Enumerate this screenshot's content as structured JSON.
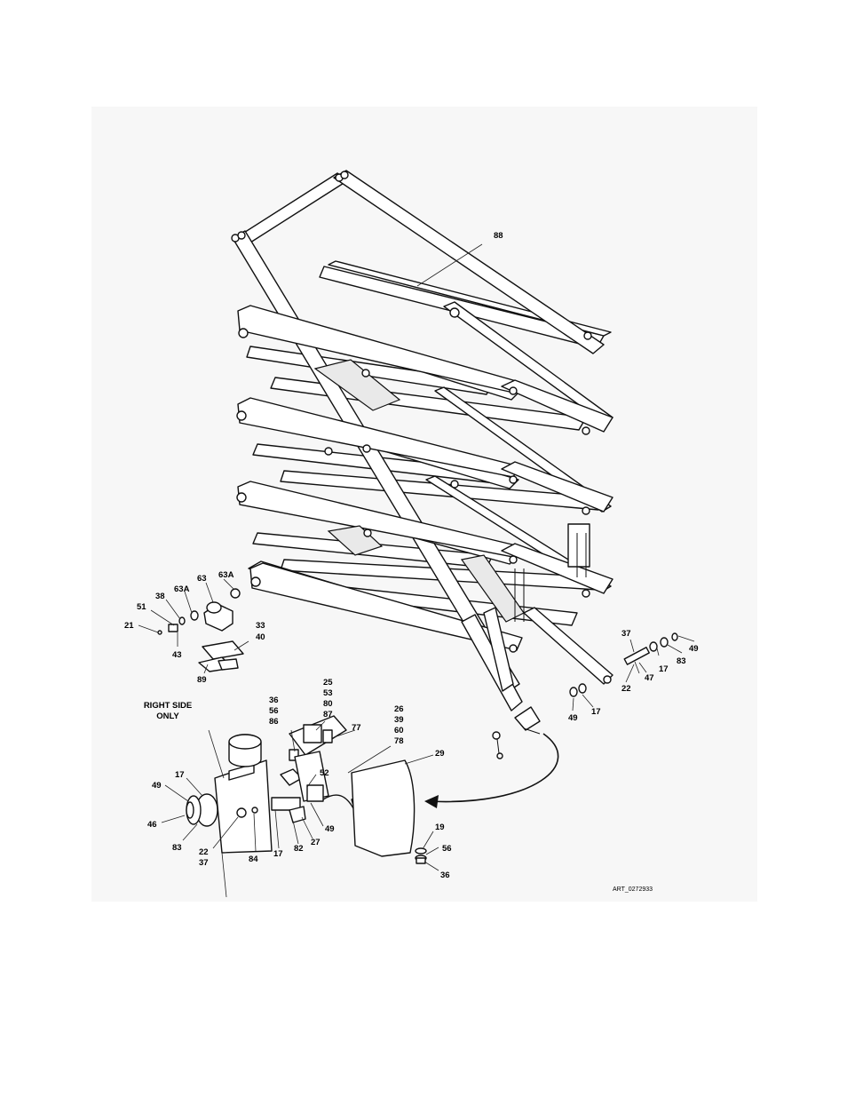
{
  "figure": {
    "art_code": "ART_0272933",
    "inset_title_line1": "RIGHT SIDE",
    "inset_title_line2": "ONLY"
  },
  "callouts": [
    {
      "id": "88",
      "text": "88"
    },
    {
      "id": "63",
      "text": "63"
    },
    {
      "id": "63A_a",
      "text": "63A"
    },
    {
      "id": "63A_b",
      "text": "63A"
    },
    {
      "id": "38",
      "text": "38"
    },
    {
      "id": "51",
      "text": "51"
    },
    {
      "id": "21",
      "text": "21"
    },
    {
      "id": "43",
      "text": "43"
    },
    {
      "id": "33",
      "text": "33"
    },
    {
      "id": "40",
      "text": "40"
    },
    {
      "id": "89",
      "text": "89"
    },
    {
      "id": "37_a",
      "text": "37"
    },
    {
      "id": "49_a",
      "text": "49"
    },
    {
      "id": "83_a",
      "text": "83"
    },
    {
      "id": "17_a",
      "text": "17"
    },
    {
      "id": "47",
      "text": "47"
    },
    {
      "id": "22_a",
      "text": "22"
    },
    {
      "id": "49_b",
      "text": "49"
    },
    {
      "id": "17_b",
      "text": "17"
    },
    {
      "id": "25",
      "text": "25"
    },
    {
      "id": "53",
      "text": "53"
    },
    {
      "id": "80",
      "text": "80"
    },
    {
      "id": "87",
      "text": "87"
    },
    {
      "id": "36_a",
      "text": "36"
    },
    {
      "id": "56_a",
      "text": "56"
    },
    {
      "id": "86",
      "text": "86"
    },
    {
      "id": "77",
      "text": "77"
    },
    {
      "id": "26",
      "text": "26"
    },
    {
      "id": "39",
      "text": "39"
    },
    {
      "id": "60",
      "text": "60"
    },
    {
      "id": "78",
      "text": "78"
    },
    {
      "id": "29",
      "text": "29"
    },
    {
      "id": "52",
      "text": "52"
    },
    {
      "id": "17_c",
      "text": "17"
    },
    {
      "id": "49_c",
      "text": "49"
    },
    {
      "id": "46",
      "text": "46"
    },
    {
      "id": "83_b",
      "text": "83"
    },
    {
      "id": "22_b",
      "text": "22"
    },
    {
      "id": "37_b",
      "text": "37"
    },
    {
      "id": "84",
      "text": "84"
    },
    {
      "id": "17_d",
      "text": "17"
    },
    {
      "id": "82",
      "text": "82"
    },
    {
      "id": "27",
      "text": "27"
    },
    {
      "id": "49_d",
      "text": "49"
    },
    {
      "id": "19",
      "text": "19"
    },
    {
      "id": "56_b",
      "text": "56"
    },
    {
      "id": "36_b",
      "text": "36"
    }
  ]
}
